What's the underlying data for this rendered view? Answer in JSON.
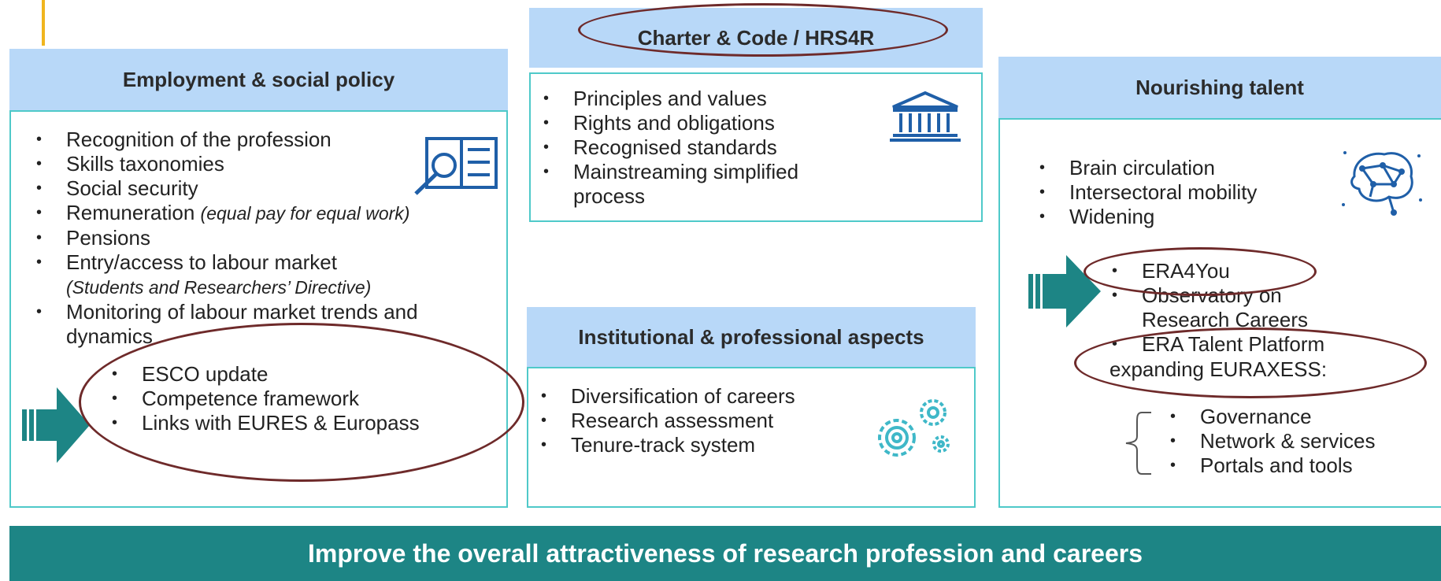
{
  "employment": {
    "title": "Employment & social policy",
    "items": [
      "Recognition of the profession",
      "Skills taxonomies",
      "Social security",
      "Remuneration",
      "Pensions",
      "Entry/access to labour market",
      "Monitoring of labour market trends and dynamics"
    ],
    "remuneration_note": "(equal pay for equal work)",
    "entry_note": "(Students and Researchers’ Directive)",
    "highlight_items": [
      "ESCO update",
      "Competence framework",
      "Links with EURES & Europass"
    ],
    "icon": "document-magnifier-icon"
  },
  "charter": {
    "title": "Charter & Code / HRS4R",
    "items": [
      "Principles and values",
      "Rights and obligations",
      "Recognised standards",
      "Mainstreaming simplified process"
    ],
    "icon": "institution-building-icon"
  },
  "institutional": {
    "title": "Institutional & professional aspects",
    "items": [
      "Diversification of careers",
      "Research assessment",
      "Tenure-track system"
    ],
    "icon": "gears-icon"
  },
  "nourishing": {
    "title": "Nourishing talent",
    "items": [
      "Brain circulation",
      "Intersectoral mobility",
      "Widening"
    ],
    "arrow_items": [
      "ERA4You",
      "Observatory on Research Careers"
    ],
    "talent_platform": "ERA Talent Platform",
    "talent_platform_cont": "expanding EURAXESS:",
    "sub_items": [
      "Governance",
      "Network & services",
      "Portals and tools"
    ],
    "icon": "brain-network-icon"
  },
  "footer": {
    "text": "Improve the overall attractiveness of research profession and careers"
  },
  "colors": {
    "header_fill": "#b8d8f8",
    "border": "#4fc9c9",
    "arrow": "#1d8585",
    "ellipse": "#6e2a2a",
    "footer": "#1d8585",
    "accent": "#f0b51e",
    "icon": "#1f5fa8"
  }
}
